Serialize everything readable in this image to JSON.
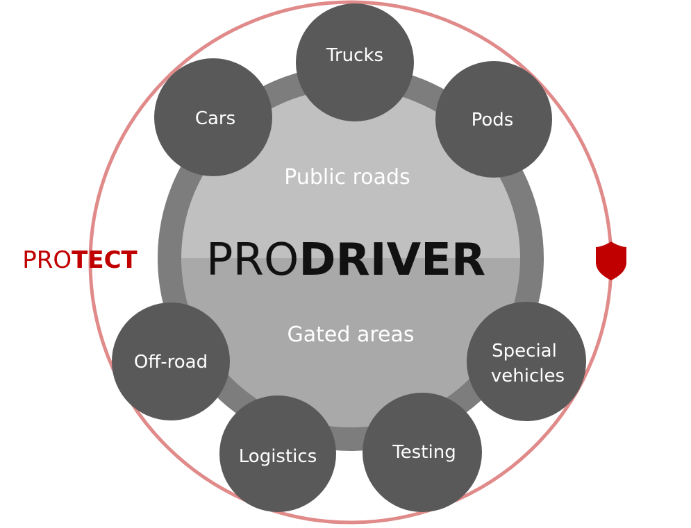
{
  "center_title": {
    "light": "PRO",
    "bold": "DRIVER"
  },
  "side_label": {
    "light": "PRO",
    "bold": "TECT"
  },
  "zones": {
    "upper": "Public roads",
    "lower": "Gated areas"
  },
  "satellites": [
    {
      "lines": [
        "Trucks"
      ]
    },
    {
      "lines": [
        "Cars"
      ]
    },
    {
      "lines": [
        "Pods"
      ]
    },
    {
      "lines": [
        "Off-road"
      ]
    },
    {
      "lines": [
        "Special",
        "vehicles"
      ]
    },
    {
      "lines": [
        "Logistics"
      ]
    },
    {
      "lines": [
        "Testing"
      ]
    }
  ],
  "colors": {
    "outer_ring": "#e08a8a",
    "protect_red": "#c00000",
    "ring_gray": "#7d7d7d",
    "upper_disc": "#c0c0c0",
    "lower_disc": "#a9a9a9",
    "satellite": "#595959",
    "title_dark": "#111111"
  },
  "icons": {
    "shield": "shield-icon"
  }
}
